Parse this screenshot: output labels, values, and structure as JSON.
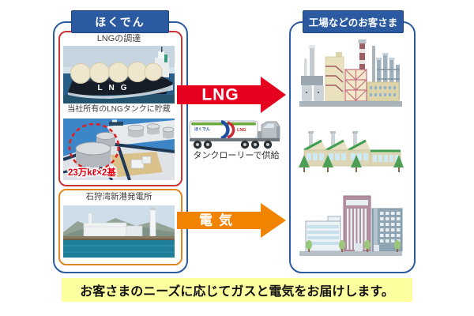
{
  "left_panel": {
    "header": "ほくでん",
    "procurement_box": {
      "caption": "LNGの調達",
      "ship_hull_text": "LNG",
      "storage_caption": "当社所有のLNGタンクに貯蔵",
      "tank_capacity_label": "23万kℓ×2基"
    },
    "power_plant_box": {
      "caption": "石狩湾新港発電所"
    }
  },
  "middle": {
    "lng_arrow_label": "LNG",
    "truck": {
      "logo_text": "ほくでん",
      "tank_text": "LNG",
      "caption": "タンクローリーで供給"
    },
    "electricity_arrow_label": "電気"
  },
  "right_panel": {
    "header": "工場などのお客さま",
    "illustrations": [
      "industrial-factory",
      "eco-factory",
      "city-buildings"
    ]
  },
  "footer": {
    "message": "お客さまのニーズに応じてガスと電気をお届けします。"
  },
  "colors": {
    "header_blue": "#2b5aa1",
    "panel_border_blue": "#2b5aa1",
    "procurement_border_red": "#cc3333",
    "power_plant_border_orange": "#e2861f",
    "lng_arrow_red": "#e6001f",
    "electricity_arrow_orange": "#f08300",
    "capacity_label_red": "#e60012",
    "footer_yellow": "#feff9e"
  }
}
